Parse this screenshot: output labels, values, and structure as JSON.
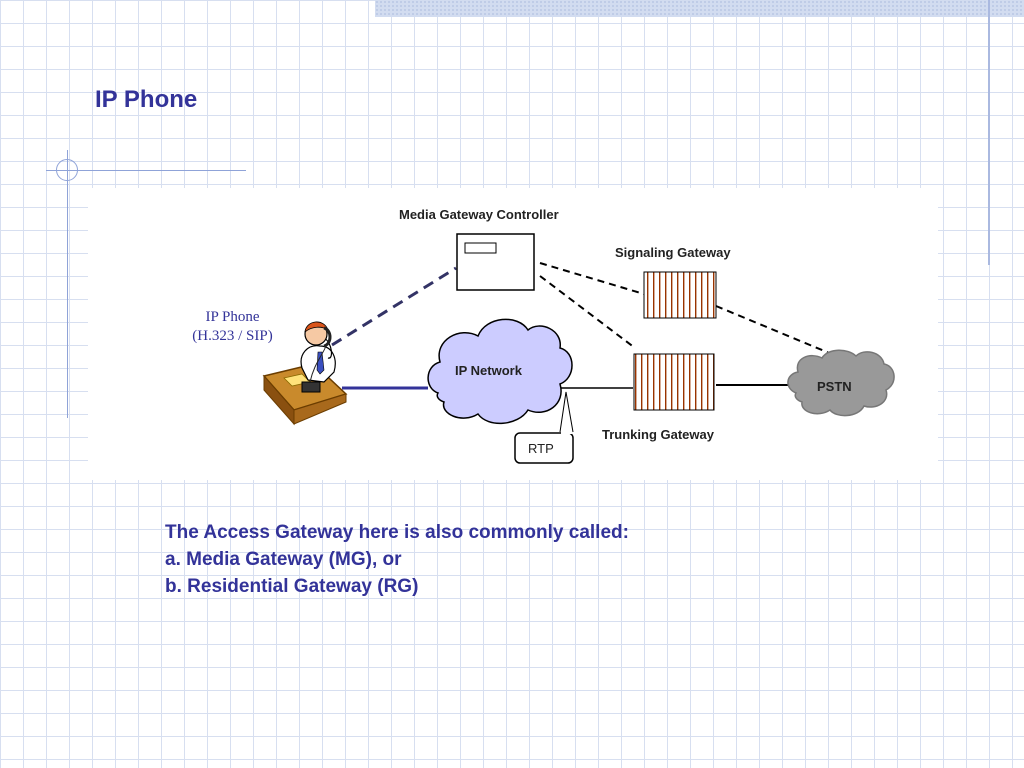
{
  "slide": {
    "title": "IP Phone"
  },
  "diagram": {
    "phone_caption_line1": "IP Phone",
    "phone_caption_line2": "(H.323 / SIP)",
    "mgc_label": "Media Gateway Controller",
    "signaling_label": "Signaling Gateway",
    "ip_network_label": "IP Network",
    "pstn_label": "PSTN",
    "rtp_label": "RTP",
    "trunking_label": "Trunking Gateway"
  },
  "body": {
    "line1": "The Access Gateway here is also commonly called:",
    "line2": "a. Media Gateway (MG), or",
    "line3": "b. Residential Gateway (RG)"
  },
  "colors": {
    "title_text": "#333399",
    "cloud_ip": "#ccccff",
    "cloud_pstn": "#999999",
    "gateway_stripe": "#993300"
  }
}
